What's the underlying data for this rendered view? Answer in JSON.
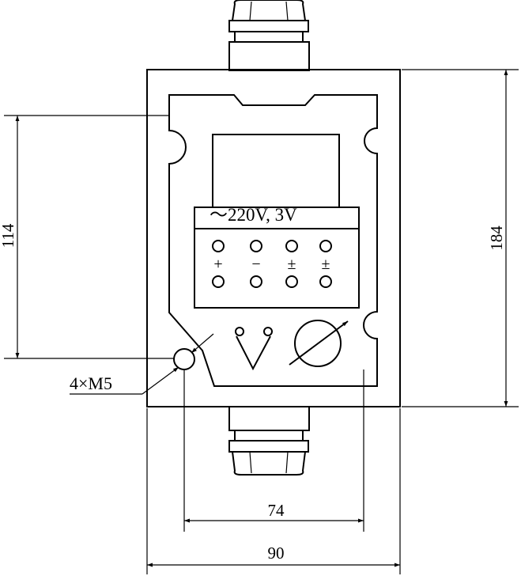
{
  "labels": {
    "voltage": "～220V, 3V",
    "thread": "4×M5"
  },
  "dimensions": {
    "height_outer": "184",
    "height_inner": "114",
    "width_holes": "74",
    "width_outer": "90"
  },
  "terminals": {
    "signs": [
      "+",
      "−",
      "±",
      "±"
    ]
  },
  "colors": {
    "line": "#000000",
    "background": "#ffffff"
  }
}
